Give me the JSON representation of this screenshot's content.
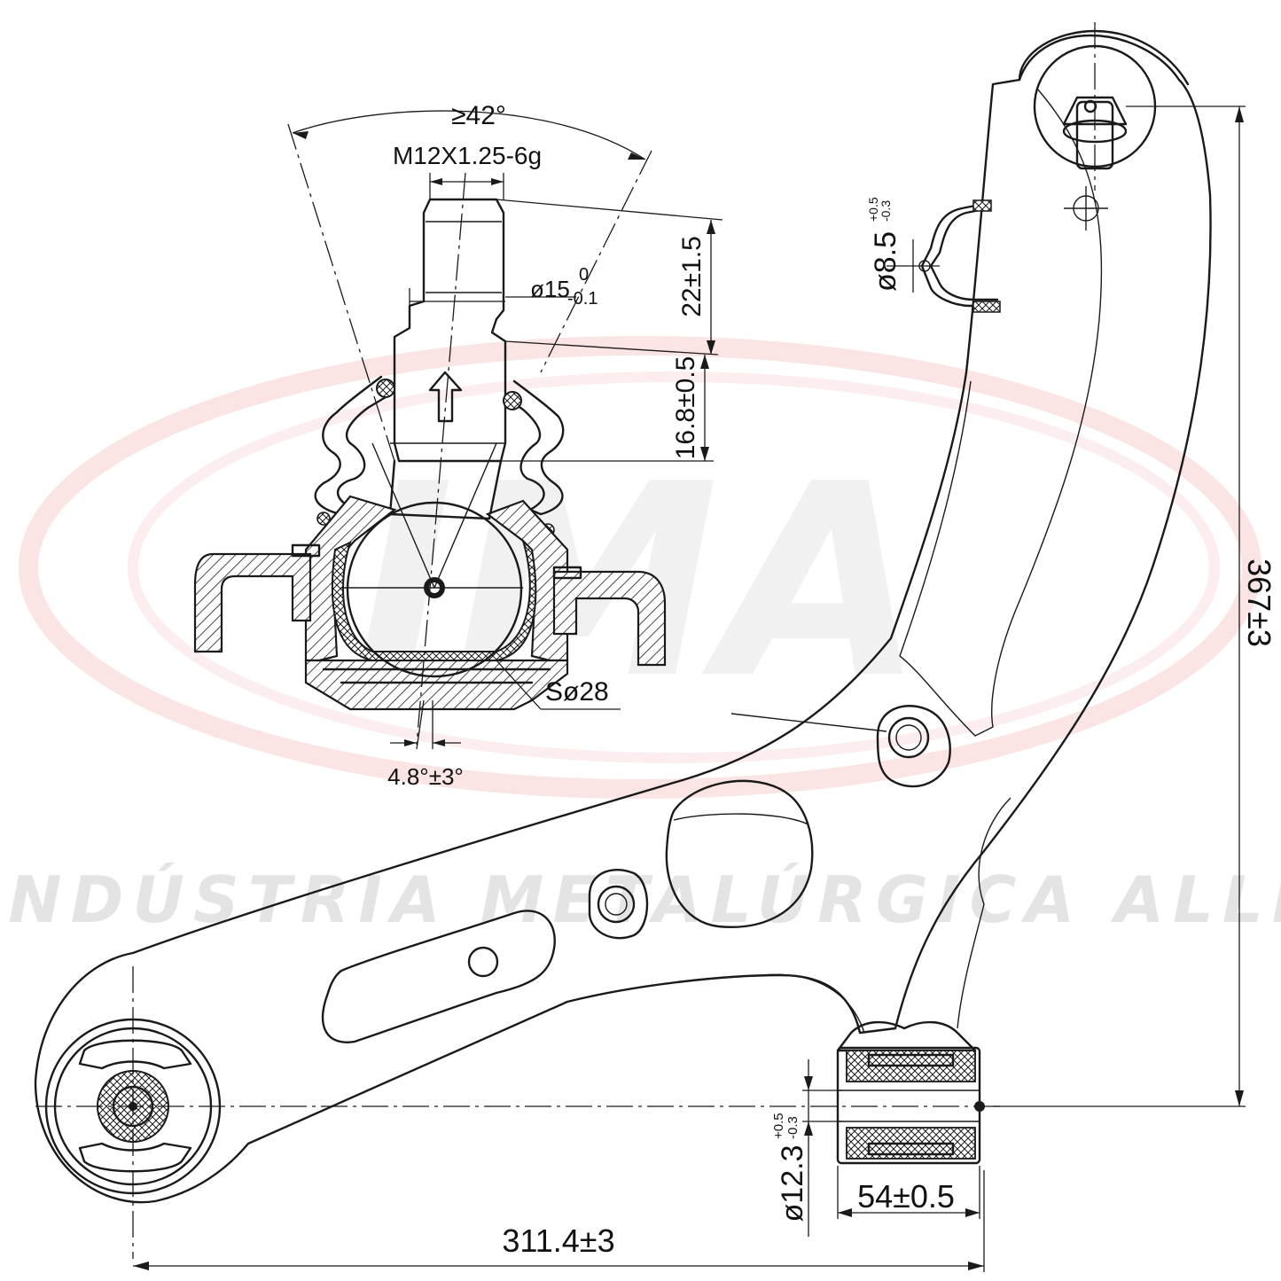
{
  "watermark": {
    "logo_letters": "IMA",
    "company": "INDÚSTRIA METALÚRGICA ALLI",
    "colors": {
      "swoosh": "#e9a3a3",
      "letters": "#d9d9d9",
      "text": "#dcdcdc"
    }
  },
  "ball_joint": {
    "cone_angle": "≥42°",
    "thread": "M12X1.25-6g",
    "stud_diameter": {
      "base": "ø15",
      "upper_tol": "0",
      "lower_tol": "-0.1"
    },
    "thread_length": "22±1.5",
    "taper_length": "16.8±0.5",
    "ball_diameter": "Sø28",
    "tilt_angle": "4.8°±3°"
  },
  "arm": {
    "pin_hole": {
      "base": "ø8.5",
      "upper_tol": "+0.5",
      "lower_tol": "-0.3"
    },
    "overall_height": "367±3",
    "overall_length": "311.4±3",
    "bushing_width": "54±0.5",
    "bushing_bore": {
      "base": "ø12.3",
      "upper_tol": "+0.5",
      "lower_tol": "-0.3"
    }
  },
  "colors": {
    "line": "#1a1a1a",
    "background": "#ffffff"
  }
}
